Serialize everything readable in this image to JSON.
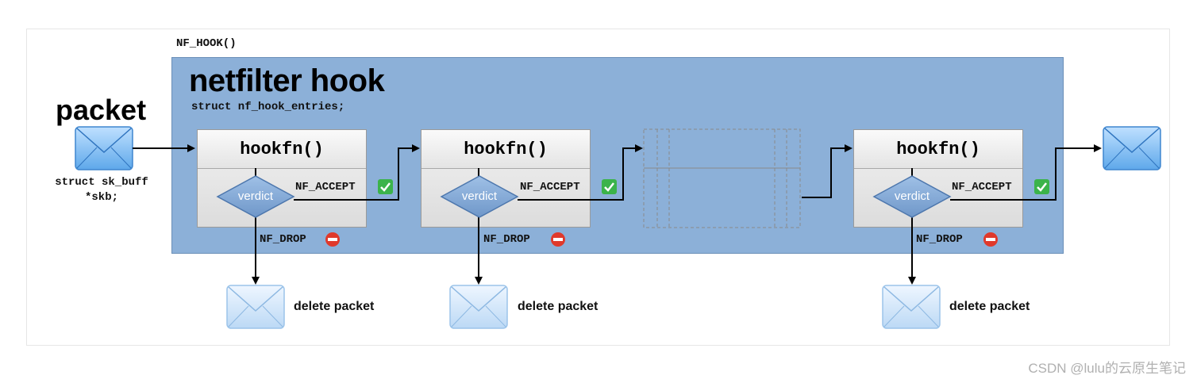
{
  "nf_hook_macro": "NF_HOOK()",
  "hook": {
    "title": "netfilter hook",
    "struct": "struct nf_hook_entries;"
  },
  "packet": {
    "title": "packet",
    "struct_line1": "struct sk_buff",
    "struct_line2": "*skb;"
  },
  "stages": [
    {
      "fn_label": "hookfn()",
      "verdict_label": "verdict",
      "accept_label": "NF_ACCEPT",
      "drop_label": "NF_DROP",
      "delete_label": "delete packet"
    },
    {
      "fn_label": "hookfn()",
      "verdict_label": "verdict",
      "accept_label": "NF_ACCEPT",
      "drop_label": "NF_DROP",
      "delete_label": "delete packet"
    },
    {
      "fn_label": "hookfn()",
      "verdict_label": "verdict",
      "accept_label": "NF_ACCEPT",
      "drop_label": "NF_DROP",
      "delete_label": "delete packet"
    }
  ],
  "watermark": "CSDN @lulu的云原生笔记",
  "colors": {
    "hook_fill": "#8cb0d8",
    "verdict_fill": "#7fa6d6",
    "accept_icon": "#3bb34a",
    "drop_icon": "#e0392b",
    "envelope": "#6aaee8"
  },
  "icons": {
    "accept": "check-icon",
    "drop": "no-entry-icon",
    "packet": "envelope-icon"
  }
}
